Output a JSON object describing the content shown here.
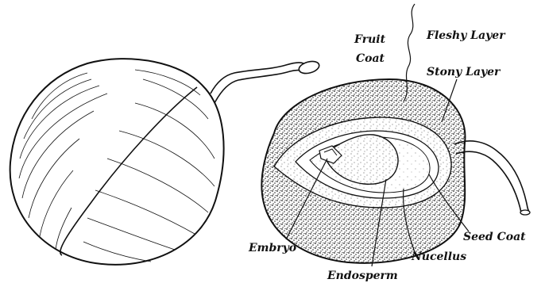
{
  "labels": {
    "fruit_coat_line1": "Fruit",
    "fruit_coat_line2": "Coat",
    "fleshy_layer": "Fleshy Layer",
    "stony_layer": "Stony Layer",
    "embryo": "Embryo",
    "endosperm": "Endosperm",
    "nucellus": "Nucellus",
    "seed_coat": "Seed Coat"
  },
  "colors": {
    "ink": "#111111",
    "paper": "#ffffff"
  }
}
